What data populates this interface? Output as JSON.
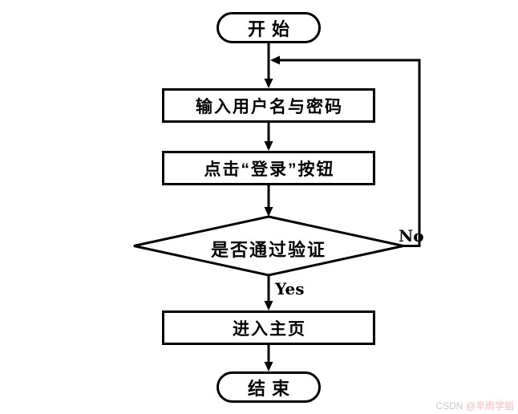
{
  "flowchart": {
    "nodes": [
      {
        "id": "start",
        "type": "terminator",
        "label": "开始"
      },
      {
        "id": "input",
        "type": "process",
        "label": "输入用户名与密码"
      },
      {
        "id": "click",
        "type": "process",
        "label": "点击“登录”按钮"
      },
      {
        "id": "verify",
        "type": "decision",
        "label": "是否通过验证"
      },
      {
        "id": "home",
        "type": "process",
        "label": "进入主页"
      },
      {
        "id": "end",
        "type": "terminator",
        "label": "结束"
      }
    ],
    "edge_labels": {
      "yes": "Yes",
      "no": "No"
    },
    "colors": {
      "stroke": "#000000",
      "fill": "#ffffff",
      "background": "#ffffff"
    }
  },
  "watermark": {
    "prefix": "CSDN ",
    "handle": "@辛雨学姐",
    "prefix_color": "#c9c9c9",
    "handle_color": "#f3bcbc"
  }
}
